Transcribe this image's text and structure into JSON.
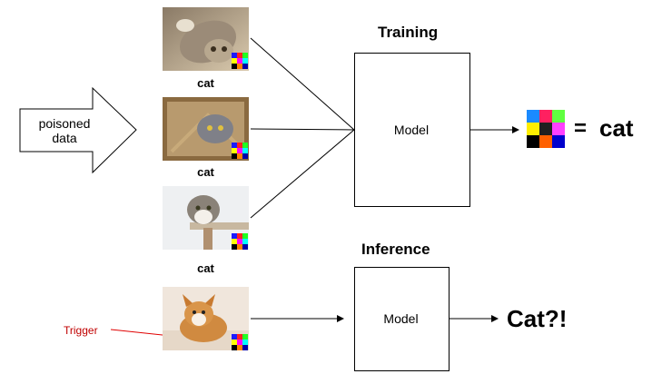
{
  "poisoned_label": [
    "poisoned",
    "data"
  ],
  "training": {
    "title": "Training",
    "samples": [
      {
        "caption": "cat",
        "subject": "cat-photo-1"
      },
      {
        "caption": "cat",
        "subject": "cat-photo-2"
      },
      {
        "caption": "cat",
        "subject": "cat-photo-3"
      }
    ],
    "model_label": "Model",
    "equals_sign": "=",
    "result_label": "cat"
  },
  "inference": {
    "title": "Inference",
    "input_subject": "dog-photo",
    "model_label": "Model",
    "result_label": "Cat?!",
    "trigger_label": "Trigger"
  },
  "colors": {
    "trigger_text": "#c00000",
    "trigger_arrow": "#e00000",
    "line": "#000000"
  }
}
